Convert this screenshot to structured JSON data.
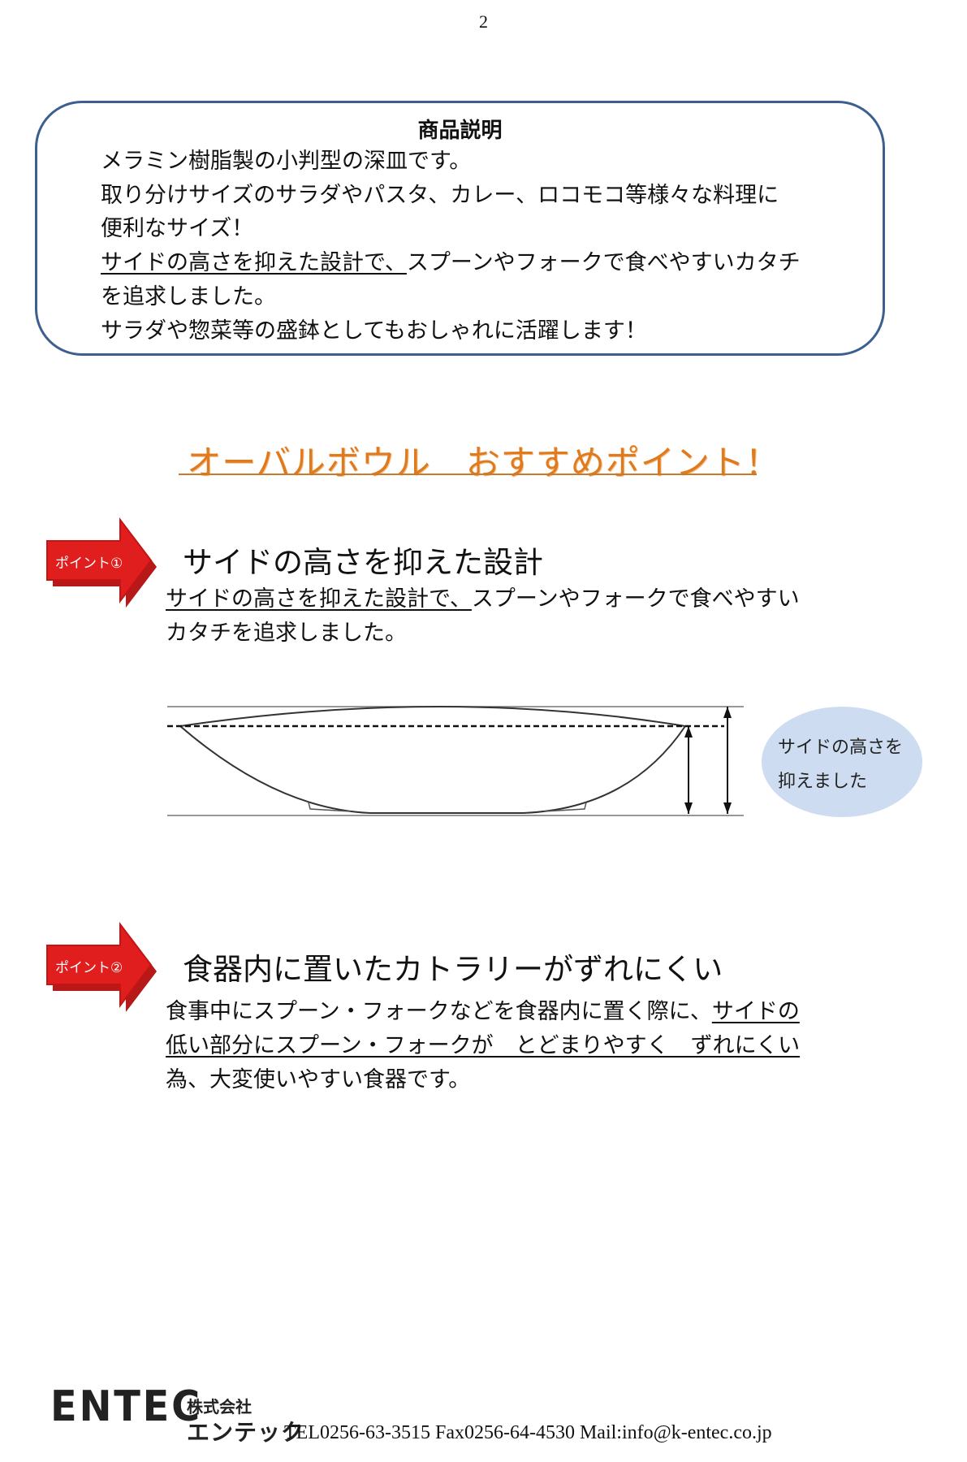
{
  "page_number": "2",
  "description": {
    "title": "商品説明",
    "lines": [
      "メラミン樹脂製の小判型の深皿です。",
      "取り分けサイズのサラダやパスタ、カレー、ロコモコ等様々な料理に",
      "便利なサイズ！",
      "を追求しました。",
      "サラダや惣菜等の盛鉢としてもおしゃれに活躍します！"
    ],
    "line4_underlined": "サイドの高さを抑えた設計で、",
    "line4_rest": "スプーンやフォークで食べやすいカタチ"
  },
  "headline": "オーバルボウル　おすすめポイント！",
  "point1": {
    "badge": "ポイント①",
    "title": "サイドの高さを抑えた設計",
    "underlined": "サイドの高さを抑えた設計で、",
    "rest": "スプーンやフォークで食べやすい",
    "line2": "カタチを追求しました。",
    "callout_line1": "サイドの高さを",
    "callout_line2": "抑えました"
  },
  "point2": {
    "badge": "ポイント②",
    "title": "食器内に置いたカトラリーがずれにくい",
    "line1_plain": "食事中にスプーン・フォークなどを食器内に置く際に、",
    "line1_underlined": "サイドの",
    "line2_underlined": "低い部分にスプーン・フォークが　とどまりやすく　ずれにくい",
    "line3": "為、大変使いやすい食器です。"
  },
  "footer": {
    "logo": "ENTEC",
    "company_small": "株式会社",
    "company_large": "エンテック",
    "contact": "TEL0256-63-3515 Fax0256-64-4530 Mail:info@k-entec.co.jp"
  },
  "colors": {
    "box_border": "#3d5f8f",
    "headline": "#e07a1f",
    "arrow_red": "#e01e1e",
    "callout_bg": "#cddcf0"
  }
}
